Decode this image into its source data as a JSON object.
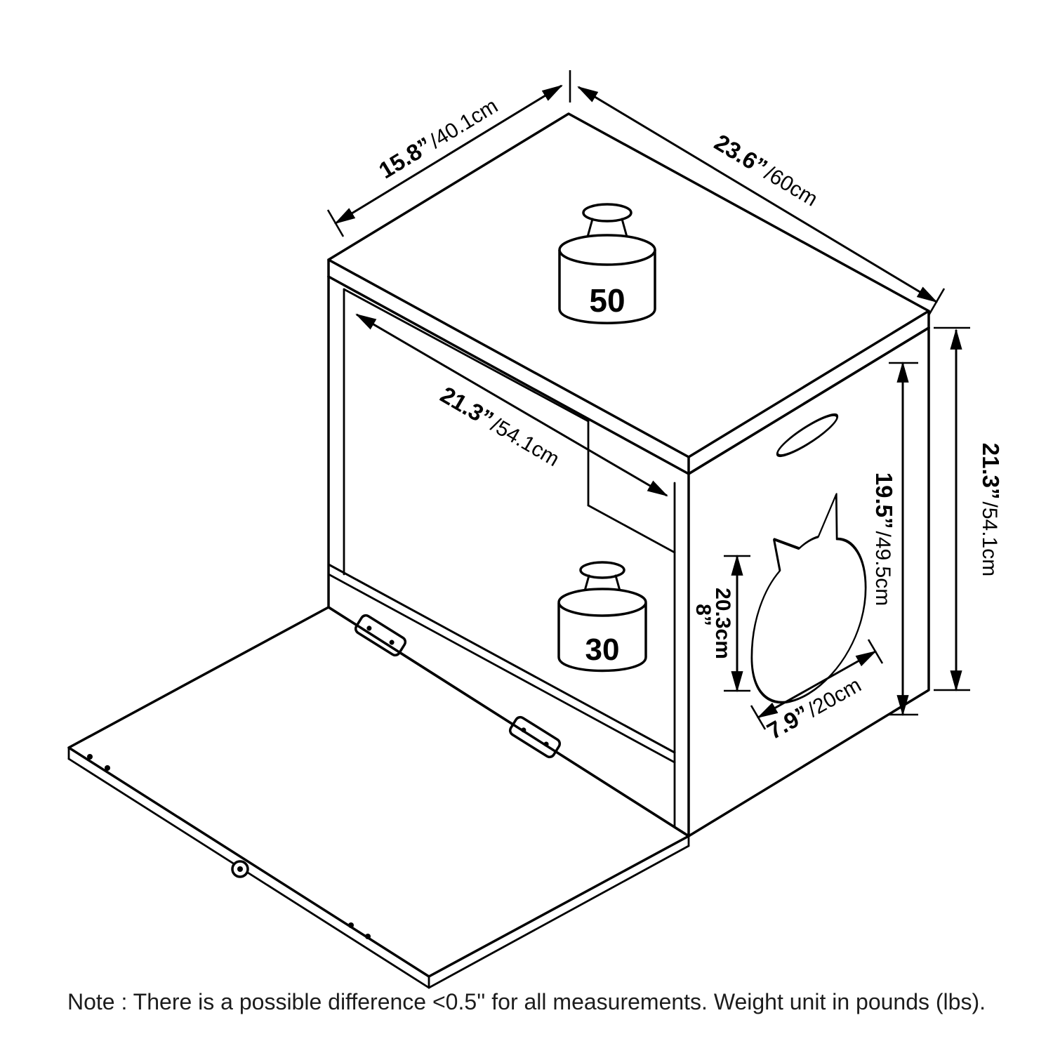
{
  "figure": {
    "title": "furniture-dimension-diagram",
    "weight_top": "50",
    "weight_shelf": "30",
    "dims": {
      "top_depth": {
        "v": "15.8”",
        "u": "/40.1cm"
      },
      "top_width": {
        "v": "23.6”",
        "u": "/60cm"
      },
      "inner_depth": {
        "v": "21.3”",
        "u": "/54.1cm"
      },
      "outer_height": {
        "v": "21.3”",
        "u": "/54.1cm"
      },
      "side_inner_height": {
        "v": "19.5”",
        "u": "/49.5cm"
      },
      "opening_height": {
        "v": "20.3cm",
        "u": ""
      },
      "opening_width": {
        "v": "7.9”",
        "u": "/20cm"
      },
      "base_height": {
        "v": "8”",
        "u": ""
      }
    },
    "note": "Note : There is a possible difference <0.5'' for all measurements. Weight unit in pounds (lbs)."
  }
}
